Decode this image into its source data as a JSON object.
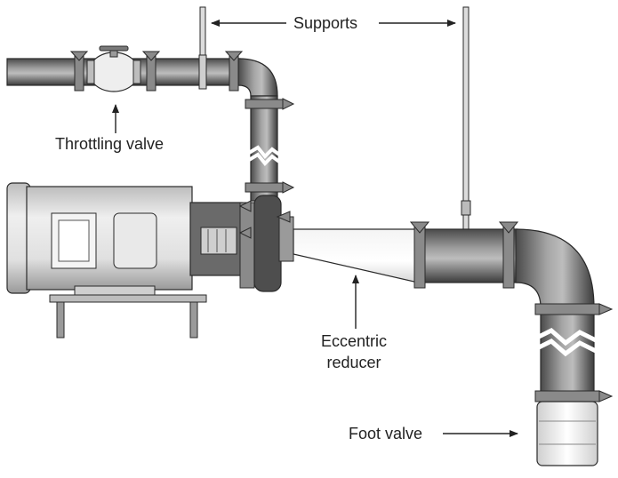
{
  "labels": {
    "supports": "Supports",
    "throttling_valve": "Throttling valve",
    "eccentric_reducer_line1": "Eccentric",
    "eccentric_reducer_line2": "reducer",
    "foot_valve": "Foot valve"
  },
  "colors": {
    "pipe_dark": "#6e6e6e",
    "pipe_mid": "#9a9a9a",
    "pipe_light": "#d9d9d9",
    "metal_light": "#e6e6e6",
    "outline": "#2a2a2a",
    "arrow": "#222222"
  }
}
